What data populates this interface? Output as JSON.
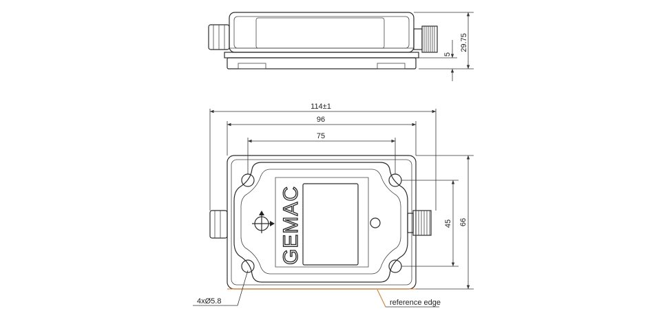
{
  "dimensions": {
    "side_height": "29.75",
    "base_plate": "5",
    "overall_width": "114±1",
    "mount_spacing_outer": "96",
    "mount_spacing_inner": "75",
    "mount_spacing_vertical": "45",
    "overall_height": "66",
    "hole_spec": "4xØ5.8"
  },
  "labels": {
    "brand": "GEMAC",
    "reference_edge": "reference edge"
  }
}
